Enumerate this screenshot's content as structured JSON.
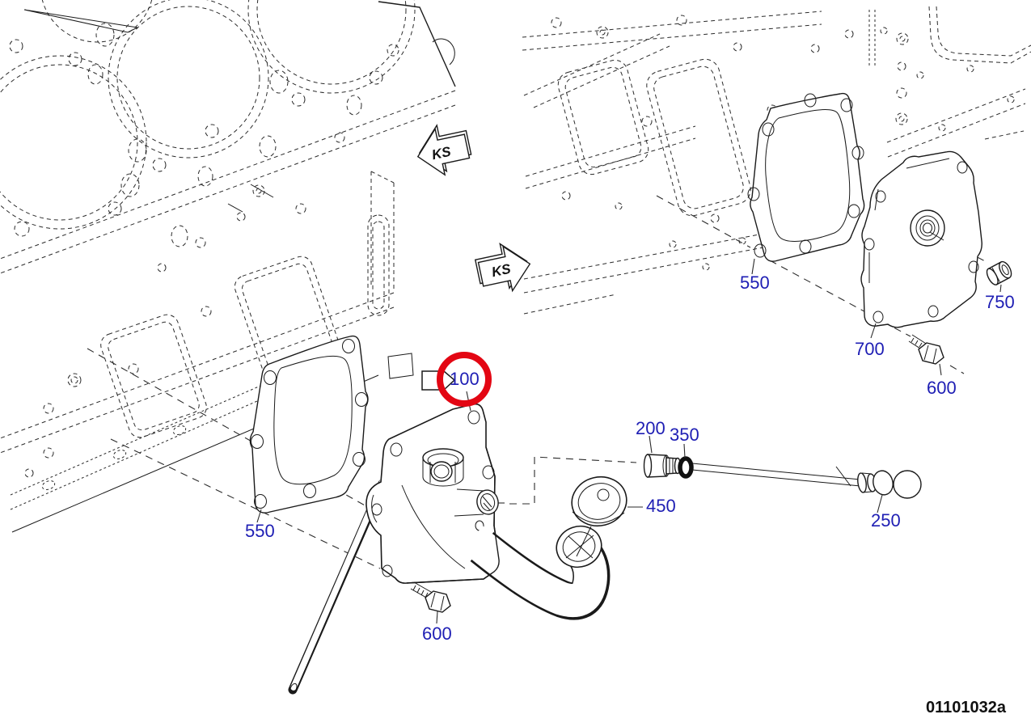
{
  "figure": {
    "drawing_number": "01101032a",
    "colors": {
      "label_link": "#1e1eb4",
      "line": "#1a1a1a",
      "highlight": "#e30613",
      "background": "#ffffff"
    },
    "view_arrows": {
      "left": "KS",
      "right": "KS"
    },
    "highlight": {
      "ref": "100",
      "shape": "circle"
    },
    "callouts": {
      "c100": "100",
      "c200": "200",
      "c350": "350",
      "c450": "450",
      "c250": "250",
      "c550_left": "550",
      "c600_bottom": "600",
      "c550_right": "550",
      "c700": "700",
      "c750": "750",
      "c600_right": "600"
    }
  }
}
